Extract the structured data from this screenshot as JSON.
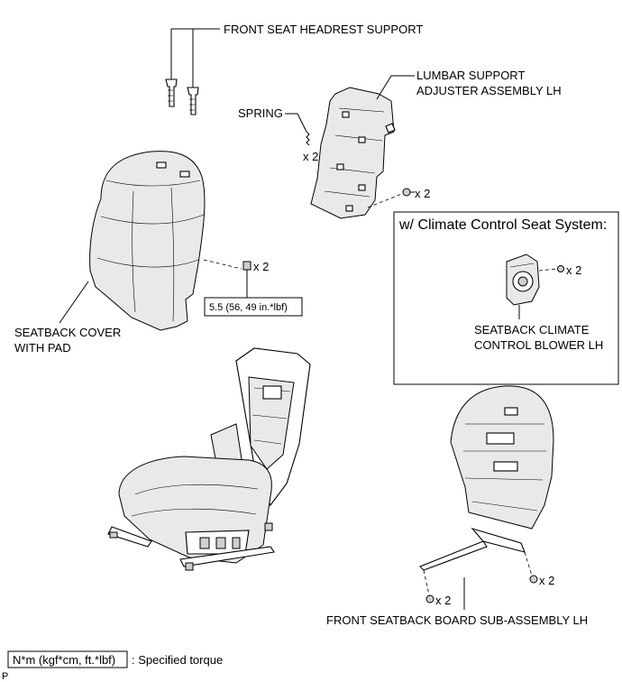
{
  "labels": {
    "headrest_support": "FRONT SEAT HEADREST SUPPORT",
    "lumbar_line1": "LUMBAR SUPPORT",
    "lumbar_line2": "ADJUSTER ASSEMBLY LH",
    "spring": "SPRING",
    "spring_qty": "x 2",
    "lumbar_screw_qty": "x 2",
    "seatback_nut_qty": "x 2",
    "seatback_cover_line1": "SEATBACK COVER",
    "seatback_cover_line2": "WITH PAD",
    "climate_box_title": "w/ Climate Control Seat System:",
    "blower_screw_qty": "x 2",
    "blower_line1": "SEATBACK CLIMATE",
    "blower_line2": "CONTROL BLOWER LH",
    "board_right_qty": "x 2",
    "board_bottom_qty": "x 2",
    "seatback_board": "FRONT SEATBACK BOARD SUB-ASSEMBLY LH",
    "corner_code": "P"
  },
  "torque": {
    "value": "5.5 (56, 49 in.*lbf)"
  },
  "legend": {
    "unit_box": "N*m (kgf*cm, ft.*lbf)",
    "description": ": Specified torque"
  }
}
